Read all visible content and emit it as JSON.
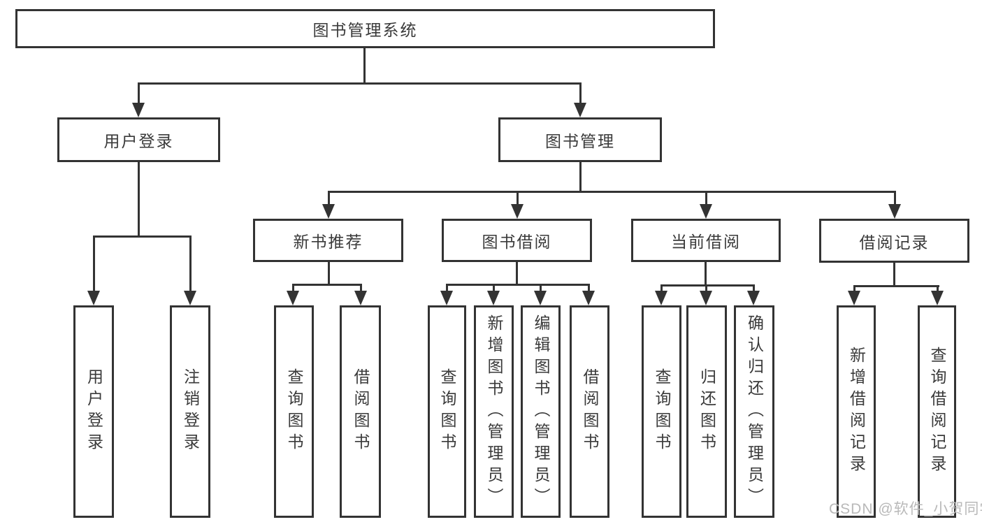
{
  "tree": {
    "root": {
      "label": "图书管理系统",
      "children": [
        {
          "label": "用户登录",
          "children": [
            {
              "label": "用户登录"
            },
            {
              "label": "注销登录"
            }
          ]
        },
        {
          "label": "图书管理",
          "children": [
            {
              "label": "新书推荐",
              "children": [
                {
                  "label": "查询图书"
                },
                {
                  "label": "借阅图书"
                }
              ]
            },
            {
              "label": "图书借阅",
              "children": [
                {
                  "label": "查询图书"
                },
                {
                  "label": "新增图书（管理员）"
                },
                {
                  "label": "编辑图书（管理员）"
                },
                {
                  "label": "借阅图书"
                }
              ]
            },
            {
              "label": "当前借阅",
              "children": [
                {
                  "label": "查询图书"
                },
                {
                  "label": "归还图书"
                },
                {
                  "label": "确认归还（管理员）"
                }
              ]
            },
            {
              "label": "借阅记录",
              "children": [
                {
                  "label": "新增借阅记录"
                },
                {
                  "label": "查询借阅记录"
                }
              ]
            }
          ]
        }
      ]
    }
  },
  "watermark": {
    "text": "CSDN @软件_小贺同学"
  },
  "colors": {
    "line": "#333333",
    "text": "#3a3a3a",
    "watermark": "#b9b9b9",
    "background": "#ffffff"
  }
}
